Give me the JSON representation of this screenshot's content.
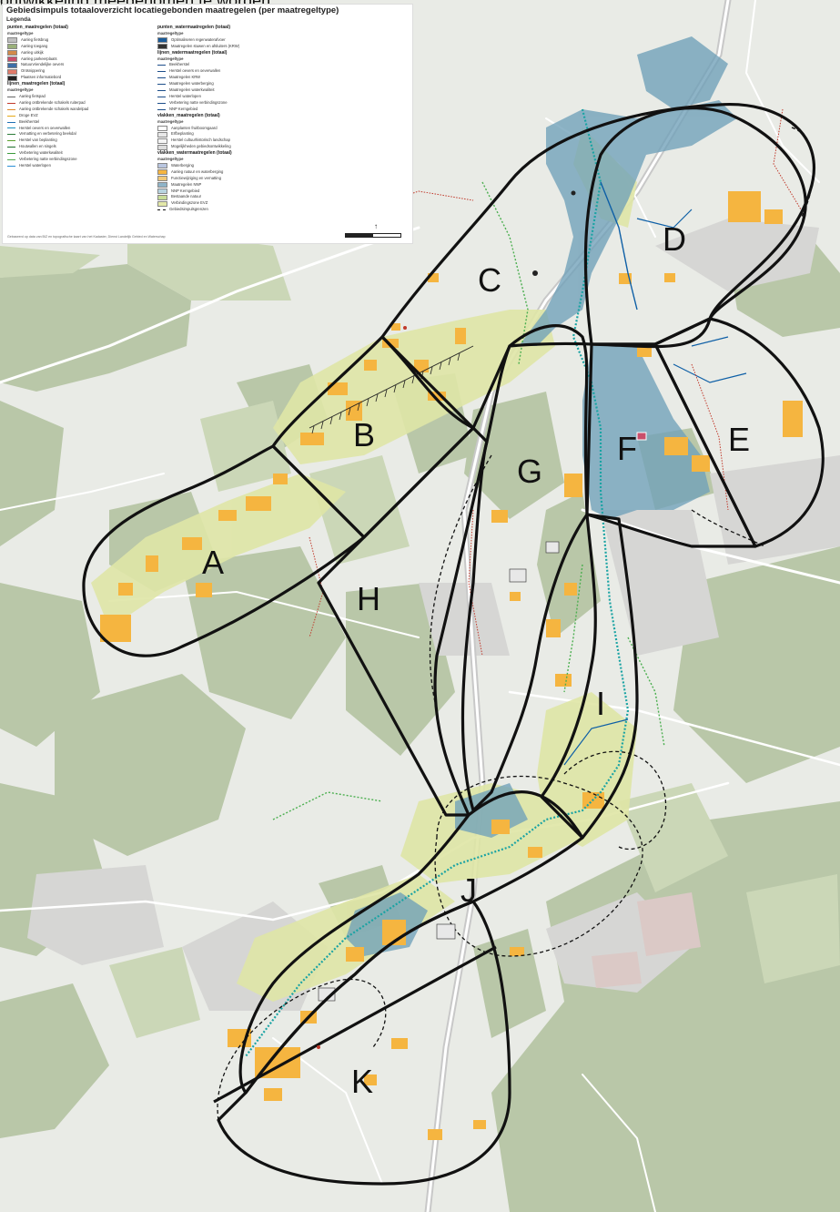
{
  "caption": "ontwikkeling meegenomen te worden.",
  "legend": {
    "title": "Gebiedsimpuls totaaloverzicht locatiegebonden maatregelen (per maatregeltype)",
    "subtitle": "Legenda",
    "col1": [
      {
        "kind": "head",
        "text": "punten_maatregelen (totaal)"
      },
      {
        "kind": "sub",
        "text": "maatregeltype"
      },
      {
        "kind": "item",
        "text": "Aanleg fietsbrug",
        "color": "#c0c0c0"
      },
      {
        "kind": "item",
        "text": "Aanleg toegang",
        "color": "#9ab07a"
      },
      {
        "kind": "item",
        "text": "Aanleg uitkijk",
        "color": "#d28a4a"
      },
      {
        "kind": "item",
        "text": "Aanleg parkeerplaats",
        "color": "#c94e6a"
      },
      {
        "kind": "item",
        "text": "Natuurvriendelijke oevers",
        "color": "#3d6fa8"
      },
      {
        "kind": "item",
        "text": "Ontsnippering",
        "color": "#e07a6a"
      },
      {
        "kind": "item",
        "text": "Plaatsen informatiebord",
        "color": "#222222"
      },
      {
        "kind": "head",
        "text": "lijnen_maatregelen (totaal)"
      },
      {
        "kind": "sub",
        "text": "maatregeltype"
      },
      {
        "kind": "line",
        "text": "Aanleg fietspad",
        "color": "#666666"
      },
      {
        "kind": "line",
        "text": "Aanleg ontbrekende schakels ruiterpad",
        "color": "#c0392b"
      },
      {
        "kind": "line",
        "text": "Aanleg ontbrekende schakels wandelpad",
        "color": "#e08a2a"
      },
      {
        "kind": "line",
        "text": "Droge EVZ",
        "color": "#e6a817"
      },
      {
        "kind": "line",
        "text": "Beekherstel",
        "color": "#1d6fb3"
      },
      {
        "kind": "line",
        "text": "Herstel oevers en oeverwallen",
        "color": "#1a8fbf"
      },
      {
        "kind": "line",
        "text": "Vernatting en verbetering beekdal",
        "color": "#2d7d3a"
      },
      {
        "kind": "line",
        "text": "Herstel van beplanting",
        "color": "#5aa02c"
      },
      {
        "kind": "line",
        "text": "Houtwallen en singels",
        "color": "#1d6e2a"
      },
      {
        "kind": "line",
        "text": "Verbetering waterkwaliteit",
        "color": "#3a9a3a"
      },
      {
        "kind": "line",
        "text": "Verbetering natte verbindingszone",
        "color": "#55aa55"
      },
      {
        "kind": "line",
        "text": "Herstel waterlopen",
        "color": "#2b8fd6"
      }
    ],
    "col2": [
      {
        "kind": "head",
        "text": "punten_watermaatregelen (totaal)"
      },
      {
        "kind": "sub",
        "text": "maatregeltype"
      },
      {
        "kind": "item",
        "text": "Optimaliseren regenwaterafvoer",
        "color": "#1a5b9a"
      },
      {
        "kind": "item",
        "text": "Maatregelen stuwen en afsluiters (KRW)",
        "color": "#333333"
      },
      {
        "kind": "head",
        "text": "lijnen_watermaatregelen (totaal)"
      },
      {
        "kind": "sub",
        "text": "maatregeltype"
      },
      {
        "kind": "line",
        "text": "Beekherstel",
        "color": "#1d4e8a"
      },
      {
        "kind": "line",
        "text": "Herstel oevers en oeverwallen",
        "color": "#1d4e8a"
      },
      {
        "kind": "line",
        "text": "Maatregelen KRW",
        "color": "#1d4e8a"
      },
      {
        "kind": "line",
        "text": "Maatregelen waterberging",
        "color": "#1d4e8a"
      },
      {
        "kind": "line",
        "text": "Maatregelen waterkwaliteit",
        "color": "#1d4e8a"
      },
      {
        "kind": "line",
        "text": "Herstel waterlopen",
        "color": "#1d4e8a"
      },
      {
        "kind": "line",
        "text": "Verbetering natte verbindingszone",
        "color": "#1d4e8a"
      },
      {
        "kind": "line",
        "text": "NNP Kerngebied",
        "color": "#1d4e8a"
      },
      {
        "kind": "head",
        "text": "vlakken_maatregelen (totaal)"
      },
      {
        "kind": "sub",
        "text": "maatregeltype"
      },
      {
        "kind": "item",
        "text": "Aanplanten fruitboomgaard",
        "color": "#ffffff"
      },
      {
        "kind": "item",
        "text": "Erfbeplanting",
        "color": "#e8e8e8"
      },
      {
        "kind": "item",
        "text": "Herstel cultuurhistorisch landschap",
        "color": "#f4f4f4"
      },
      {
        "kind": "item",
        "text": "Mogelijkheden gebiedsontwikkeling",
        "color": "#dcdcdc"
      },
      {
        "kind": "head",
        "text": "vlakken_watermaatregelen (totaal)"
      },
      {
        "kind": "sub",
        "text": "maatregeltype"
      },
      {
        "kind": "item",
        "text": "Waterberging",
        "color": "#b9c6e0"
      },
      {
        "kind": "item",
        "text": "Aanleg natuur en waterberging",
        "color": "#f5b540"
      },
      {
        "kind": "item",
        "text": "Functiewijziging en vernatting",
        "color": "#f0c878"
      },
      {
        "kind": "item",
        "text": "Maatregelen NNP",
        "color": "#8fb4c8"
      },
      {
        "kind": "item",
        "text": "NNP Kerngebied",
        "color": "#b8d4e0"
      },
      {
        "kind": "item",
        "text": "Bestaande natuur",
        "color": "#c8dc98"
      },
      {
        "kind": "item",
        "text": "Verbindingszone EVZ",
        "color": "#e3e8a8"
      },
      {
        "kind": "dash",
        "text": "Gebiedsimpulsgrenzen",
        "color": "#111111"
      }
    ],
    "footer": "Gebaseerd op data van BIZ en topografische kaart van het Kadaster, Dienst Landelijk Gebied en Waterschap"
  },
  "zone_labels": [
    "A",
    "B",
    "C",
    "D",
    "E",
    "F",
    "G",
    "H",
    "I",
    "J",
    "K"
  ],
  "colors": {
    "map_bg": "#e9ebe6",
    "forest": "#b9c7a8",
    "forest_light": "#cbd7b7",
    "agri": "#d4ddc4",
    "urban": "#d6d6d4",
    "road": "#ffffff",
    "motorway": "#c8c8c8",
    "water_zone": "#6fa0b8",
    "orange": "#f5b540",
    "yellow_green": "#dfe6a6",
    "outline": "#111111",
    "stream": "#0e5fa6",
    "dotted_water": "#1aa3a3"
  }
}
